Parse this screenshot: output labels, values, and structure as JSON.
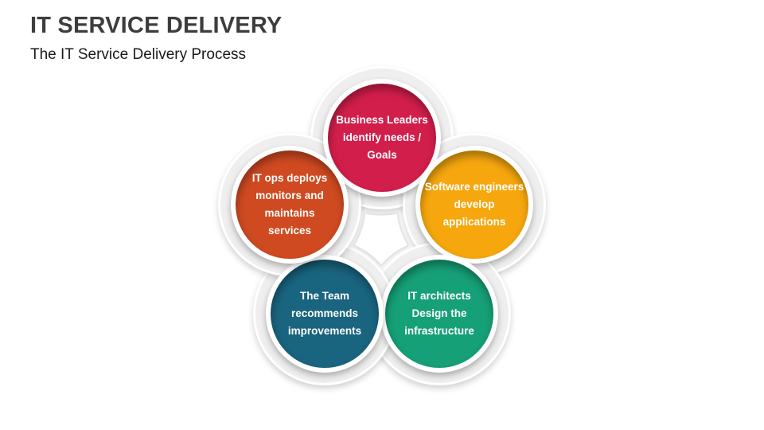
{
  "slide": {
    "title": "IT SERVICE DELIVERY",
    "subtitle": "The IT Service Delivery Process",
    "background_color": "#ffffff",
    "title_color": "#3d3d3d"
  },
  "diagram": {
    "type": "process-flower",
    "petal_color": "#efefef",
    "center_shape": "pentagon",
    "center_shape_color": "#ffffff",
    "node_text_color": "#ffffff",
    "nodes": [
      {
        "id": "business-leaders",
        "color": "#d21e4b",
        "lines": [
          "Business Leaders",
          "identify needs /",
          "Goals"
        ]
      },
      {
        "id": "software-engineers",
        "color": "#f6a70e",
        "lines": [
          "Software engineers",
          "develop",
          "applications"
        ]
      },
      {
        "id": "it-architects",
        "color": "#16a077",
        "lines": [
          "IT architects",
          "Design the",
          "infrastructure"
        ]
      },
      {
        "id": "the-team",
        "color": "#19647e",
        "lines": [
          "The Team",
          "recommends",
          "improvements"
        ]
      },
      {
        "id": "it-ops",
        "color": "#cf4a21",
        "lines": [
          "IT ops deploys",
          "monitors and",
          "maintains",
          "services"
        ]
      }
    ]
  }
}
